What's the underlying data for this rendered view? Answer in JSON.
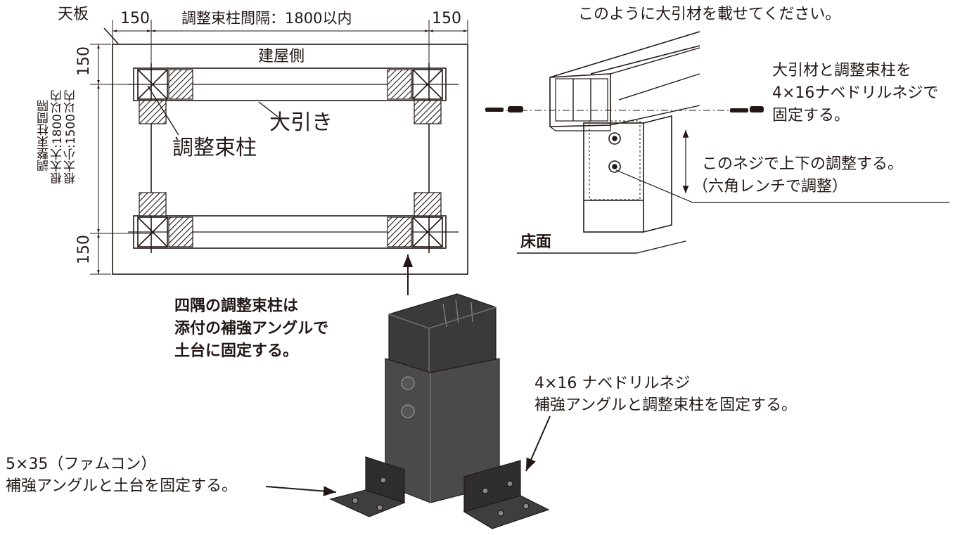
{
  "plan": {
    "board_label": "天板",
    "dim_left": "150",
    "dim_spacing": "調整束柱間隔：1800以内",
    "dim_right": "150",
    "building_side": "建屋側",
    "beam_label": "大引き",
    "post_label": "調整束柱",
    "side_dim_top": "150",
    "side_dim_bottom": "150",
    "side_vertical_1": "調整束柱間隔",
    "side_vertical_2": "根太大:1800以内",
    "side_vertical_3": "根太小:1500以内"
  },
  "section": {
    "title": "このように大引材を載せてください。",
    "fix_note_line1": "大引材と調整束柱を",
    "fix_note_line2": "4×16ナベドリルネジで",
    "fix_note_line3": "固定する。",
    "adjust_line1": "このネジで上下の調整する。",
    "adjust_line2": "（六角レンチで調整）",
    "floor_label": "床面"
  },
  "detail": {
    "corner_line1": "四隅の調整束柱は",
    "corner_line2": "添付の補強アングルで",
    "corner_line3": "土台に固定する。",
    "screw_label_line1": "4×16 ナベドリルネジ",
    "screw_label_line2": "補強アングルと調整束柱を固定する。",
    "anchor_label_line1": "5×35（ファムコン）",
    "anchor_label_line2": "補強アングルと土台を固定する。"
  },
  "colors": {
    "line": "#231815",
    "hatch": "#231815",
    "post_dark": "#3a3a3a",
    "post_mid": "#555555",
    "post_light": "#6b6b6b"
  }
}
